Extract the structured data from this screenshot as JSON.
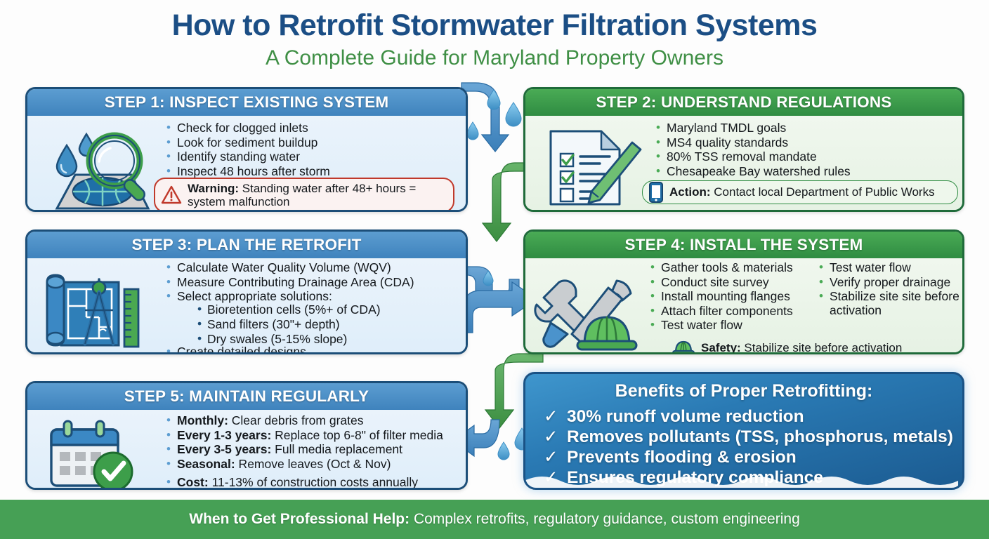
{
  "header": {
    "title": "How to Retrofit Stormwater Filtration Systems",
    "subtitle": "A Complete Guide for Maryland Property Owners",
    "title_color": "#1b4e85",
    "subtitle_color": "#3f8f45"
  },
  "steps": [
    {
      "id": "step-1",
      "heading": "STEP 1: INSPECT EXISTING SYSTEM",
      "color": "#3f83bd",
      "icon": "magnifier-over-drain-grate-icon",
      "bullets": [
        "Check for clogged inlets",
        "Look for sediment buildup",
        "Identify standing water",
        "Inspect 48 hours after storm"
      ],
      "note": {
        "type": "warning",
        "icon": "warning-triangle-icon",
        "label": "Warning:",
        "text": " Standing water after 48+ hours = system malfunction",
        "color": "#c0392b"
      }
    },
    {
      "id": "step-2",
      "heading": "STEP 2: UNDERSTAND REGULATIONS",
      "color": "#2f8c42",
      "icon": "checklist-clipboard-pen-icon",
      "bullets": [
        "Maryland TMDL goals",
        "MS4 quality standards",
        "80% TSS removal mandate",
        "Chesapeake Bay watershed rules"
      ],
      "note": {
        "type": "action",
        "icon": "mobile-phone-icon",
        "label": "Action:",
        "text": " Contact local Department of Public Works",
        "color": "#2f8c42"
      }
    },
    {
      "id": "step-3",
      "heading": "STEP 3: PLAN THE RETROFIT",
      "color": "#3f83bd",
      "icon": "blueprint-compass-ruler-icon",
      "bullets": [
        "Calculate Water Quality Volume (WQV)",
        "Measure Contributing Drainage Area (CDA)",
        "Select appropriate solutions:"
      ],
      "sub_bullets": [
        "Bioretention cells (5%+ of CDA)",
        "Sand filters (30\"+ depth)",
        "Dry swales (5-15% slope)"
      ],
      "bullets_after": [
        "Create detailed designs"
      ]
    },
    {
      "id": "step-4",
      "heading": "STEP 4: INSTALL THE SYSTEM",
      "color": "#2f8c42",
      "icon": "wrench-hammer-hardhat-icon",
      "bullets_col1": [
        "Gather tools & materials",
        "Conduct site survey",
        "Install mounting flanges",
        "Attach filter components",
        "Test water flow"
      ],
      "bullets_col2": [
        "Test water flow",
        "Verify proper drainage",
        "Stabilize site site before activation"
      ],
      "note": {
        "type": "safety",
        "icon": "hard-hat-icon",
        "label": "Safety:",
        "text": " Stabilize site before activation",
        "color": "#2f8c42"
      }
    },
    {
      "id": "step-5",
      "heading": "STEP 5: MAINTAIN REGULARLY",
      "color": "#3f83bd",
      "icon": "calendar-check-icon",
      "rich_bullets": [
        {
          "label": "Monthly:",
          "text": " Clear debris from grates"
        },
        {
          "label": "Every 1-3 years:",
          "text": " Replace top 6-8\" of filter media"
        },
        {
          "label": "Every 3-5 years:",
          "text": " Full media replacement"
        },
        {
          "label": "Seasonal:",
          "text": " Remove leaves (Oct & Nov)"
        },
        {
          "label": "Cost:",
          "text": " 11-13% of construction costs annually"
        }
      ]
    }
  ],
  "benefits": {
    "title": "Benefits of Proper Retrofitting:",
    "items": [
      "30% runoff volume reduction",
      "Removes pollutants (TSS, phosphorus, metals)",
      "Prevents flooding & erosion",
      "Ensures regulatory compliance"
    ],
    "check_glyph": "✓"
  },
  "footer": {
    "label": "When to Get Professional Help:",
    "text": " Complex retrofits, regulatory guidance, custom engineering",
    "background": "#46a055"
  },
  "connectors": {
    "arrow_blue": "#4a8bc2",
    "arrow_green": "#4aa44f",
    "droplet_color": "#5aa8dd"
  }
}
